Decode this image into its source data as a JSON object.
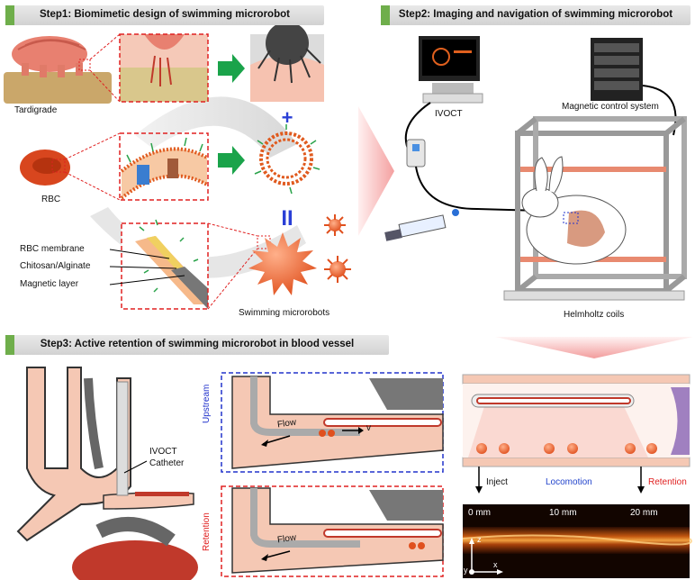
{
  "step1": {
    "title": "Step1: Biomimetic design of swimming microrobot"
  },
  "step2": {
    "title": "Step2: Imaging and navigation of swimming microrobot"
  },
  "step3": {
    "title": "Step3: Active retention of swimming microrobot in blood vessel"
  },
  "labels": {
    "tardigrade": "Tardigrade",
    "rbc": "RBC",
    "rbc_membrane": "RBC membrane",
    "chitosan_alginate": "Chitosan/Alginate",
    "magnetic_layer": "Magnetic layer",
    "swimming_microrobots": "Swimming microrobots",
    "plus": "+",
    "equals": "II",
    "ivoct": "IVOCT",
    "magnetic_control_system": "Magnetic control system",
    "helmholtz_coils": "Helmholtz coils",
    "ivoct_catheter_line1": "IVOCT",
    "ivoct_catheter_line2": "Catheter",
    "upstream": "Upstream",
    "retention_side": "Retention",
    "flow_upstream": "Flow",
    "flow_retention": "Flow",
    "velocity": "v",
    "inject": "Inject",
    "locomotion": "Locomotion",
    "retention": "Retention",
    "scale_0": "0 mm",
    "scale_10": "10 mm",
    "scale_20": "20 mm",
    "axis_z": "z",
    "axis_y": "y",
    "axis_x": "x"
  },
  "colors": {
    "banner_tab": "#6fae4b",
    "callout_red": "#e02020",
    "callout_blue": "#2233cc",
    "arrow_green": "#1aa34a",
    "equals_blue": "#2a3fd6",
    "locomotion_blue": "#2244cc",
    "retention_red": "#e02020"
  }
}
